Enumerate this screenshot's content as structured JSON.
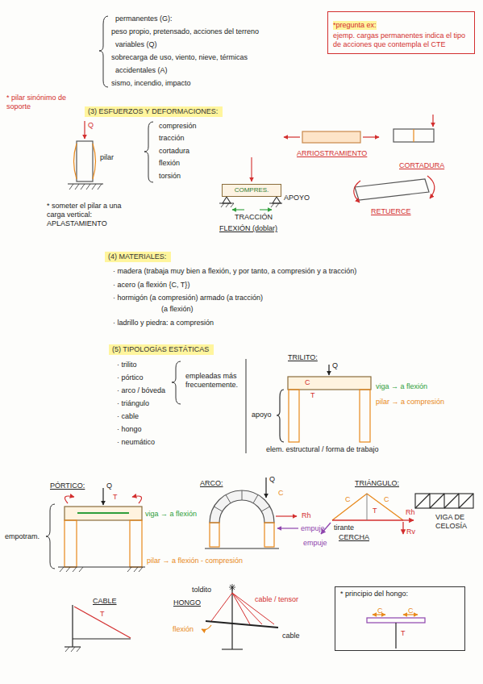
{
  "diagram": {
    "nodes": [
      {
        "text": [
          "*pregunta ex:",
          "ejemp. cargas permanentes indica el tipo de acciones que contempla el CTE"
        ]
      },
      {
        "text": [
          "(3) ESFUERZOS Y DEFORMACIONES:"
        ]
      },
      {
        "text": [
          "COMPRES."
        ]
      },
      {
        "text": [
          "(4) MATERIALES:"
        ]
      },
      {
        "text": [
          "(5) TIPOLOGÍAS ESTÁTICAS"
        ]
      },
      {
        "text": [
          "* principio del hongo:"
        ]
      }
    ],
    "labels": [
      "permanentes (G):",
      "peso propio, pretensado, acciones del terreno",
      "variables (Q)",
      "sobrecarga de uso, viento, nieve, térmicas",
      "accidentales (A)",
      "sismo, incendio, impacto",
      "* pilar sinónimo de soporte",
      "Q",
      "pilar",
      "compresión",
      "tracción",
      "cortadura",
      "flexión",
      "torsión",
      "ARRIOSTRAMIENTO",
      "CORTADURA",
      "APOYO",
      "RETUERCE",
      "TRACCIÓN",
      "FLEXIÓN (doblar)",
      "* someter el pilar a una carga vertical: APLASTAMIENTO",
      "· madera (trabaja muy bien a flexión, y por tanto, a compresión y a tracción)",
      "· acero (a flexión {C, T})",
      "· hormigón (a compresión) armado (a tracción)",
      "(a flexión)",
      "· ladrillo y piedra: a compresión",
      "· trilito",
      "· pórtico",
      "· arco / bóveda",
      "· triángulo",
      "· cable",
      "· hongo",
      "· neumático",
      "empleadas más frecuentemente.",
      "TRILITO:",
      "Q",
      "C",
      "T",
      "apoyo",
      "viga → a flexión",
      "pilar → a compresión",
      "elem. estructural / forma de trabajo",
      "PÓRTICO:",
      "Q",
      "T",
      "empotram.",
      "viga → a flexión",
      "pilar → a flexión - compresión",
      "ARCO:",
      "Q",
      "C",
      "Rh",
      "empuje",
      "TRIÁNGULO:",
      "C",
      "C",
      "T",
      "Rh",
      "Rv",
      "tirante",
      "CERCHA",
      "empuje",
      "VIGA DE CELOSÍA",
      "CABLE",
      "T",
      "HONGO",
      "toldito",
      "cable / tensor",
      "flexión",
      "cable",
      "C",
      "C",
      "T"
    ]
  }
}
